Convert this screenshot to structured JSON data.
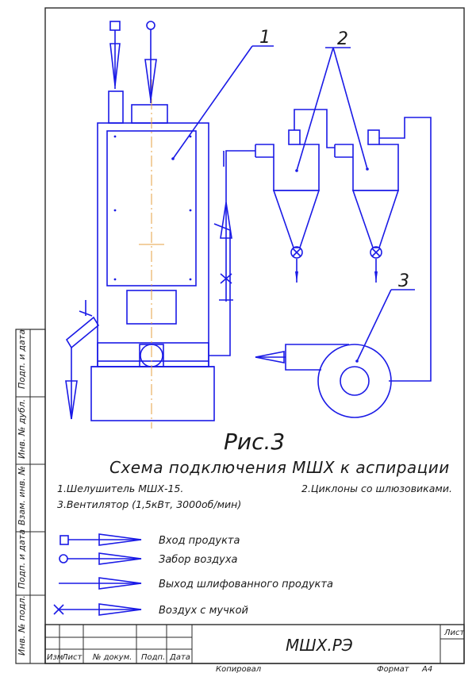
{
  "figure": {
    "title": "Рис.3",
    "subtitle": "Схема подключения МШХ к аспирации"
  },
  "callouts": [
    "1",
    "2",
    "3"
  ],
  "captions": [
    "1.Шелушитель МШХ-15.",
    "2.Циклоны со шлюзовиками.",
    "3.Вентилятор (1,5кВт, 3000об/мин)"
  ],
  "legend": [
    {
      "symbol": "square-arrow",
      "label": "Вход продукта"
    },
    {
      "symbol": "circle-arrow",
      "label": "Забор воздуха"
    },
    {
      "symbol": "plain-arrow",
      "label": "Выход шлифованного продукта"
    },
    {
      "symbol": "cross-arrow",
      "label": "Воздух с мучкой"
    }
  ],
  "side_stamp": [
    "Подп. и дата",
    "Инв. № дубл.",
    "Взам. инв. №",
    "Подп. и дата",
    "Инв. № подл."
  ],
  "title_block": {
    "doc_code": "МШХ.РЭ",
    "sheet_label": "Лист",
    "columns": [
      "Изм",
      "Лист",
      "№ докум.",
      "Подп.",
      "Дата"
    ],
    "copied_label": "Копировал",
    "format_label": "Формат",
    "format_value": "А4"
  },
  "colors": {
    "ink": "#1a1ae6",
    "frame": "#2a2a2a",
    "axis": "#e6a040"
  }
}
